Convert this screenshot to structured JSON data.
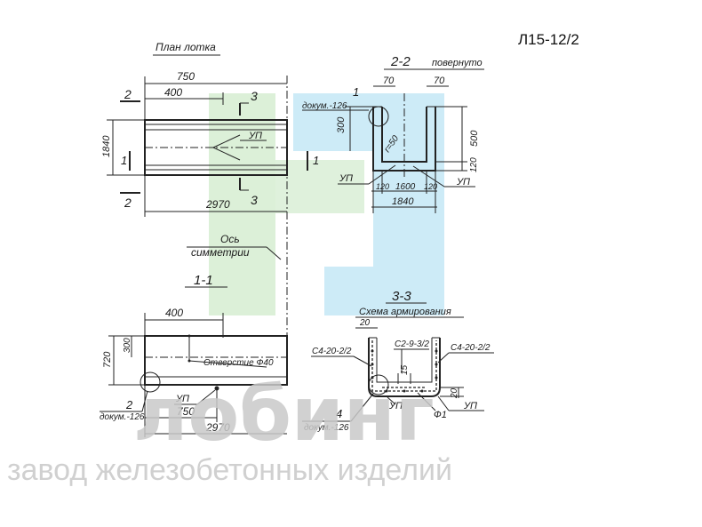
{
  "drawing_code": "Л15-12/2",
  "views": {
    "plan": {
      "title": "План лотка",
      "dim_750": "750",
      "dim_400": "400",
      "dim_1840": "1840",
      "dim_2970": "2970",
      "section_2": "2",
      "section_3": "3",
      "section_1": "1",
      "label_up": "УП"
    },
    "section_22": {
      "title": "2-2",
      "subtitle": "повернуто",
      "dim_70_left": "70",
      "dim_70_right": "70",
      "dim_300": "300",
      "dim_500": "500",
      "dim_120_a": "120",
      "dim_120_b": "120",
      "dim_1600": "1600",
      "dim_1840": "1840",
      "radius": "r=50",
      "detail_no": "1",
      "detail_ref": "докум.-126",
      "label_up_left": "УП",
      "label_up_right": "УП"
    },
    "axis": {
      "line1": "Ось",
      "line2": "симметрии"
    },
    "section_11": {
      "title": "1-1",
      "dim_400": "400",
      "dim_300": "300",
      "dim_720": "720",
      "hole": "Отверстие Ф40",
      "label_up": "УП",
      "dim_750": "750",
      "dim_2970": "2970",
      "detail_no": "2",
      "detail_ref": "докум.-126"
    },
    "section_33": {
      "title": "3-3",
      "subtitle": "Схема армирования",
      "dim_20_top": "20",
      "mesh_left": "С4-20-2/2",
      "mesh_mid": "С2-9-3/2",
      "mesh_right": "С4-20-2/2",
      "dim_15": "15",
      "dim_20_right": "20",
      "label_up_mid": "УП",
      "label_up_right": "УП",
      "bar_f1": "Ф1",
      "detail_no": "4",
      "detail_ref": "докум.-126"
    }
  },
  "watermark": {
    "brand": "лобинг",
    "tagline": "завод железобетонных изделий",
    "colors": {
      "green": "#dcf0d8",
      "blue": "#cdebf7"
    }
  }
}
